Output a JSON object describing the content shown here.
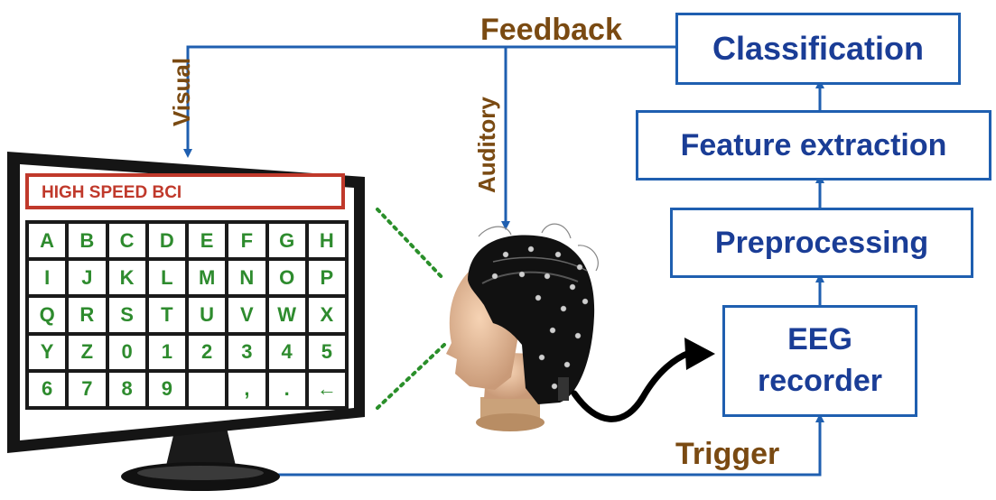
{
  "labels": {
    "feedback": "Feedback",
    "visual": "Visual",
    "auditory": "Auditory",
    "trigger": "Trigger"
  },
  "pipeline": {
    "classification": "Classification",
    "feature_extraction": "Feature extraction",
    "preprocessing": "Preprocessing",
    "eeg_recorder": "EEG\nrecorder"
  },
  "screen": {
    "title": "HIGH SPEED BCI",
    "keys": [
      [
        "A",
        "B",
        "C",
        "D",
        "E",
        "F",
        "G",
        "H"
      ],
      [
        "I",
        "J",
        "K",
        "L",
        "M",
        "N",
        "O",
        "P"
      ],
      [
        "Q",
        "R",
        "S",
        "T",
        "U",
        "V",
        "W",
        "X"
      ],
      [
        "Y",
        "Z",
        "0",
        "1",
        "2",
        "3",
        "4",
        "5"
      ],
      [
        "6",
        "7",
        "8",
        "9",
        "",
        ",",
        ".",
        "←"
      ]
    ]
  },
  "colors": {
    "arrow_blue": "#1f5fb0",
    "box_text": "#1a3d96",
    "label_brown": "#7a4a12",
    "key_green": "#2e8b2e",
    "title_red": "#c0392b",
    "dotted_green": "#2a8f2a"
  }
}
